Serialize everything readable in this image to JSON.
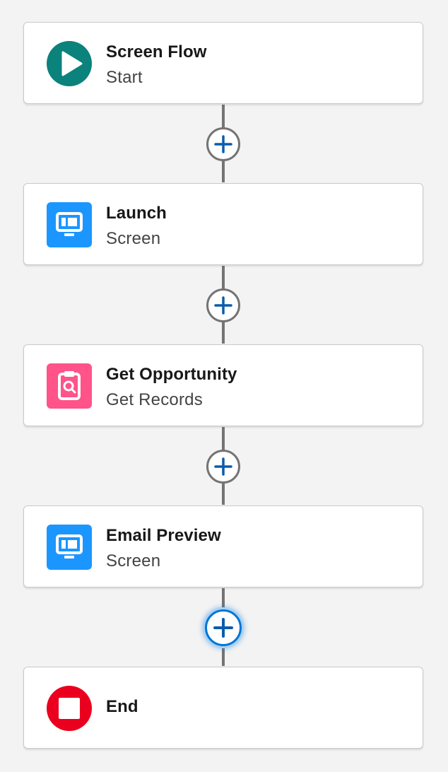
{
  "colors": {
    "canvas_bg": "#f3f3f3",
    "start_icon": "#0b827c",
    "screen_icon": "#1b96ff",
    "get_records_icon": "#ff538a",
    "end_icon": "#ea001e",
    "connector": "#747474",
    "plus": "#0b5cab",
    "focus": "#0176d3"
  },
  "flow": {
    "nodes": [
      {
        "title": "Screen Flow",
        "subtitle": "Start",
        "icon": "play-icon"
      },
      {
        "title": "Launch",
        "subtitle": "Screen",
        "icon": "screen-icon"
      },
      {
        "title": "Get Opportunity",
        "subtitle": "Get Records",
        "icon": "get-records-icon"
      },
      {
        "title": "Email Preview",
        "subtitle": "Screen",
        "icon": "screen-icon"
      },
      {
        "title": "End",
        "subtitle": "",
        "icon": "stop-icon"
      }
    ],
    "add_buttons": [
      {
        "icon": "plus-icon",
        "focused": false
      },
      {
        "icon": "plus-icon",
        "focused": false
      },
      {
        "icon": "plus-icon",
        "focused": false
      },
      {
        "icon": "plus-icon",
        "focused": true
      }
    ]
  }
}
